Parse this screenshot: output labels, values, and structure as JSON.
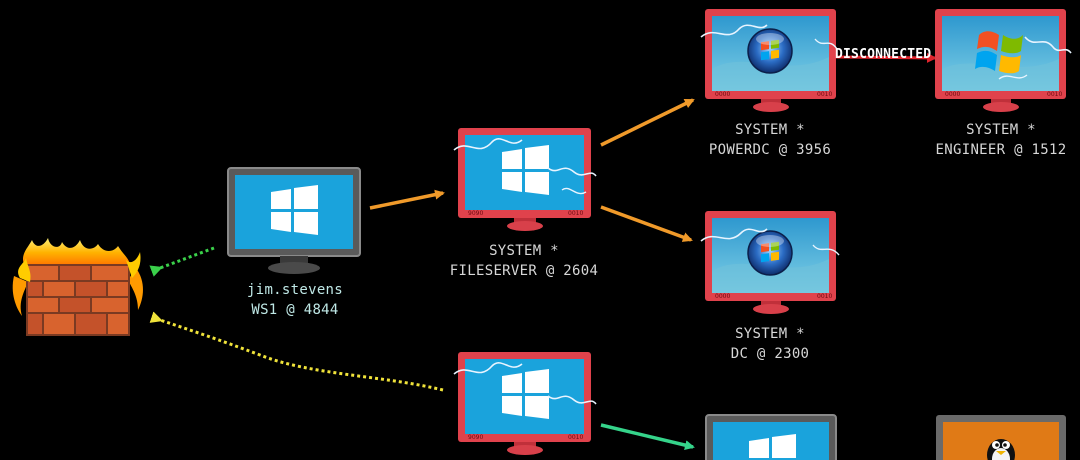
{
  "graph": {
    "colors": {
      "background": "#000000",
      "compromised_frame": "#e0424c",
      "normal_frame": "#5f5f5f",
      "screen_blue": "#1aa3dc",
      "arrow_orange": "#f09a2a",
      "arrow_green": "#35d38a",
      "arrow_red": "#e0242c",
      "dotted_green": "#3ad04a",
      "dotted_yellow": "#f0e33a"
    },
    "edge_labels": {
      "disconnected": "DISCONNECTED"
    },
    "nodes": {
      "firewall": {
        "icon": "firewall-icon"
      },
      "ws1": {
        "line1": "jim.stevens",
        "line2": "WS1 @ 4844",
        "icon": "windows-logo-icon",
        "compromised": false
      },
      "fileserver": {
        "line1": "SYSTEM *",
        "line2": "FILESERVER @ 2604",
        "icon": "windows-logo-icon",
        "compromised": true
      },
      "powerdc": {
        "line1": "SYSTEM *",
        "line2": "POWERDC @ 3956",
        "icon": "windows-7-orb-icon",
        "compromised": true
      },
      "engineer": {
        "line1": "SYSTEM *",
        "line2": "ENGINEER @ 1512",
        "icon": "windows-xp-logo-icon",
        "compromised": true
      },
      "dc": {
        "line1": "SYSTEM *",
        "line2": "DC @ 2300",
        "icon": "windows-7-orb-icon",
        "compromised": true
      },
      "bottom_server": {
        "icon": "windows-logo-icon",
        "compromised": true
      },
      "bottom_right_host": {
        "icon": "windows-logo-icon",
        "compromised": false
      },
      "linux_host": {
        "icon": "linux-tux-icon",
        "compromised": false
      }
    }
  }
}
